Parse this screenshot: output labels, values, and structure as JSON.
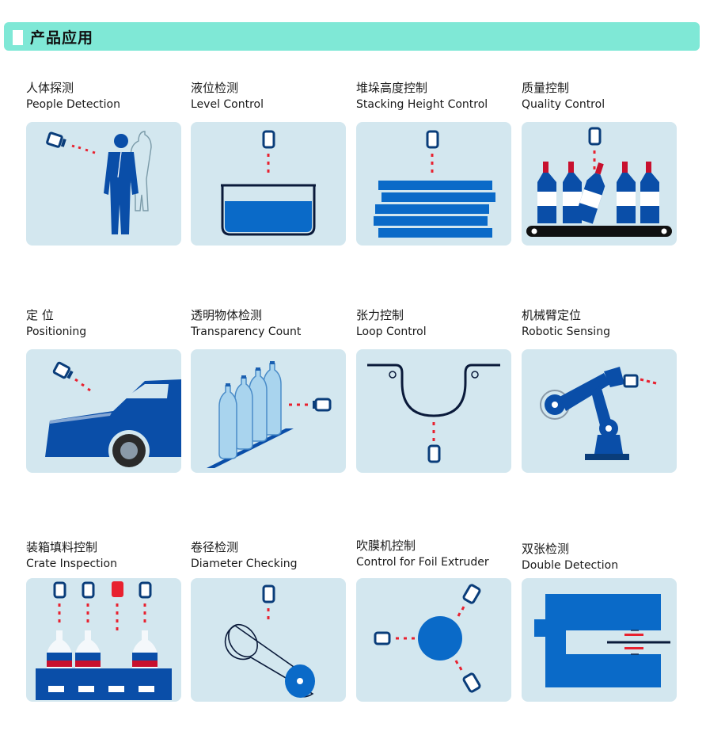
{
  "header": {
    "title": "产品应用"
  },
  "colors": {
    "accent": "#7fe8d6",
    "tile_bg": "#d3e7ef",
    "blue": "#0a5fc2",
    "laser": "#e8212f"
  },
  "applications": [
    {
      "zh": "人体探测",
      "en": "People Detection",
      "icon": "people-detection-icon"
    },
    {
      "zh": "液位检测",
      "en": "Level Control",
      "icon": "level-control-icon"
    },
    {
      "zh": "堆垛高度控制",
      "en": "Stacking Height Control",
      "icon": "stacking-height-icon"
    },
    {
      "zh": "质量控制",
      "en": "Quality Control",
      "icon": "quality-control-icon"
    },
    {
      "zh": "定 位",
      "en": "Positioning",
      "icon": "positioning-icon"
    },
    {
      "zh": "透明物体检测",
      "en": "Transparency Count",
      "icon": "transparency-count-icon"
    },
    {
      "zh": "张力控制",
      "en": "Loop Control",
      "icon": "loop-control-icon"
    },
    {
      "zh": "机械臂定位",
      "en": "Robotic Sensing",
      "icon": "robotic-sensing-icon"
    },
    {
      "zh": "装箱填料控制",
      "en": "Crate Inspection",
      "icon": "crate-inspection-icon"
    },
    {
      "zh": "卷径检测",
      "en": "Diameter Checking",
      "icon": "diameter-checking-icon"
    },
    {
      "zh": "吹膜机控制",
      "en": "Control for Foil Extruder",
      "icon": "foil-extruder-icon"
    },
    {
      "zh": "双张检测",
      "en": "Double Detection",
      "icon": "double-detection-icon"
    }
  ]
}
